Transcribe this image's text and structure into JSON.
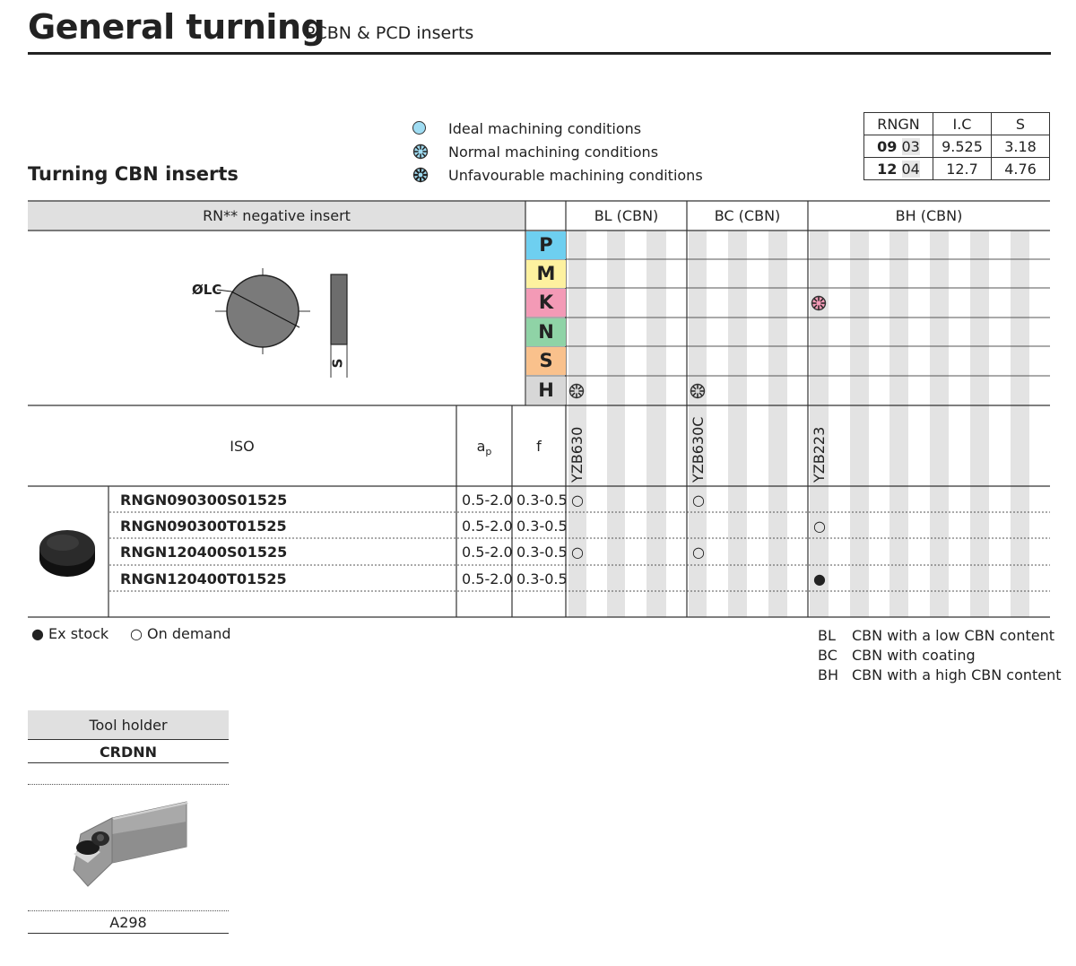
{
  "header": {
    "title": "General turning",
    "subtitle": "PCBN & PCD inserts"
  },
  "section_title": "Turning CBN inserts",
  "legend": [
    {
      "icon": "ideal-condition-icon",
      "label": "Ideal machining conditions"
    },
    {
      "icon": "normal-condition-icon",
      "label": "Normal machining conditions"
    },
    {
      "icon": "unfavourable-condition-icon",
      "label": "Unfavourable machining conditions"
    }
  ],
  "dims_table": {
    "headers": [
      "RNGN",
      "I.C",
      "S"
    ],
    "rows": [
      {
        "size": "09",
        "code": "03",
        "ic": "9.525",
        "s": "3.18"
      },
      {
        "size": "12",
        "code": "04",
        "ic": "12.7",
        "s": "4.76"
      }
    ]
  },
  "insert_header": "RN** negative insert",
  "drawing_labels": {
    "diameter": "ØLC",
    "thickness": "S"
  },
  "groups": [
    {
      "label": "BL (CBN)",
      "grade": "YZB630"
    },
    {
      "label": "BC (CBN)",
      "grade": "YZB630C"
    },
    {
      "label": "BH (CBN)",
      "grade": "YZB223"
    }
  ],
  "materials": [
    {
      "code": "P",
      "color": "#6ecff0"
    },
    {
      "code": "M",
      "color": "#fdf19f"
    },
    {
      "code": "K",
      "color": "#f39ab6"
    },
    {
      "code": "N",
      "color": "#8fd3a6"
    },
    {
      "code": "S",
      "color": "#f9c18c"
    },
    {
      "code": "H",
      "color": "#d7d7d7"
    }
  ],
  "applications": [
    {
      "material": "K",
      "group": "BH",
      "level": "normal"
    },
    {
      "material": "H",
      "group": "BL",
      "level": "normal"
    },
    {
      "material": "H",
      "group": "BC",
      "level": "normal"
    }
  ],
  "columns": {
    "iso": "ISO",
    "ap": "a",
    "ap_sub": "p",
    "f": "f"
  },
  "products": [
    {
      "code": "RNGN090300S01525",
      "ap": "0.5-2.0",
      "f": "0.3-0.5",
      "bl": "○",
      "bc": "○",
      "bh": ""
    },
    {
      "code": "RNGN090300T01525",
      "ap": "0.5-2.0",
      "f": "0.3-0.5",
      "bl": "",
      "bc": "",
      "bh": "○"
    },
    {
      "code": "RNGN120400S01525",
      "ap": "0.5-2.0",
      "f": "0.3-0.5",
      "bl": "○",
      "bc": "○",
      "bh": ""
    },
    {
      "code": "RNGN120400T01525",
      "ap": "0.5-2.0",
      "f": "0.3-0.5",
      "bl": "",
      "bc": "",
      "bh": "●"
    }
  ],
  "stock_legend": {
    "ex_stock": "● Ex stock",
    "on_demand": "○ On demand"
  },
  "abbreviations": [
    {
      "abbr": "BL",
      "desc": "CBN with a low CBN content"
    },
    {
      "abbr": "BC",
      "desc": "CBN with coating"
    },
    {
      "abbr": "BH",
      "desc": "CBN with a high CBN content"
    }
  ],
  "tool_holder": {
    "header": "Tool holder",
    "name": "CRDNN",
    "page": "A298"
  }
}
